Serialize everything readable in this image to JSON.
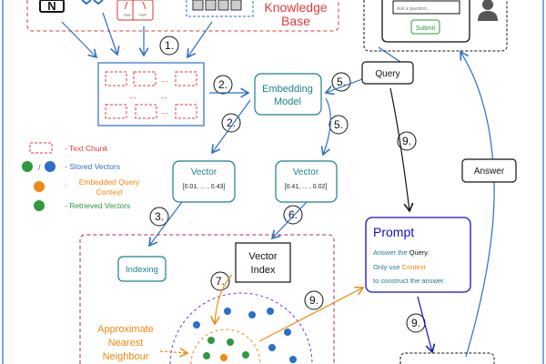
{
  "knowledge_base": {
    "label_line1": "Knowledge",
    "label_line2": "Base",
    "pdf_label": "PDF"
  },
  "chunk_box": {
    "ellipsis": "..."
  },
  "embedding_model": {
    "line1": "Embedding",
    "line2": "Model"
  },
  "vector_doc": {
    "title": "Vector",
    "value": "[0.01, ... , 0.43]"
  },
  "vector_query": {
    "title": "Vector",
    "value": "[0.41, ... , 0.02]"
  },
  "indexing": "Indexing",
  "vector_index": {
    "line1": "Vector",
    "line2": "Index"
  },
  "ann": {
    "line1": "Approximate",
    "line2": "Nearest",
    "line3": "Neighbour"
  },
  "steps": {
    "s1": "1.",
    "s2": "2.",
    "s3": "3.",
    "s5": "5.",
    "s6": "6.",
    "s7": "7.",
    "s9": "9."
  },
  "query": "Query",
  "answer": "Answer",
  "ui": {
    "input_placeholder": "Ask a question...",
    "submit": "Submit"
  },
  "prompt": {
    "title": "Prompt",
    "line1_a": "Answer the",
    "line1_b": "Query",
    "line1_c": ".",
    "line2_a": "Only use",
    "line2_b": "Context",
    "line3": "to construct the answer."
  },
  "legend": {
    "text_chunk": "- Text Chunk",
    "slash": "/",
    "stored_vectors": "- Stored Vectors",
    "dash": "-",
    "embedded_query_1": "Embedded Query",
    "embedded_query_2": "Context",
    "retrieved_vectors": "- Retrieved Vectors"
  },
  "colors": {
    "blue": "#2a6fc9",
    "red": "#e03a3a",
    "teal": "#1a7f8e",
    "orange": "#f0890f",
    "green": "#2e9a3e",
    "magenta": "#b0245a",
    "purple": "#8a2bc9",
    "prompt_blue": "#1010c8"
  }
}
